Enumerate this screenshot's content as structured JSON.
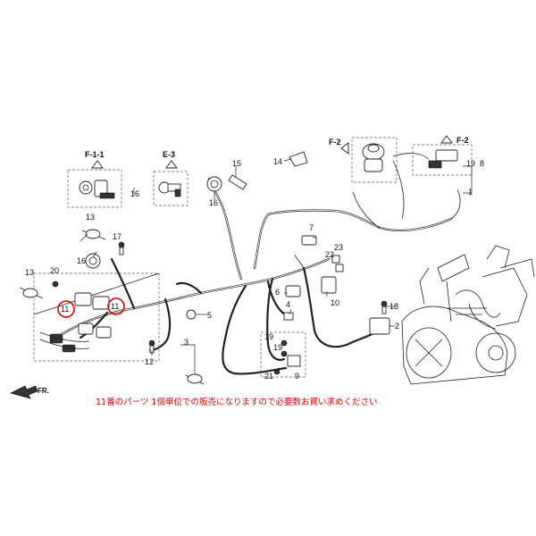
{
  "notice": "11番のパーツ 1個単位での販売になりますので必要数お買い求めください",
  "direction_marker": "FR.",
  "reference_boxes": [
    {
      "label": "F-1-1"
    },
    {
      "label": "E-3"
    },
    {
      "label": "F-2"
    },
    {
      "label": "F-2"
    }
  ],
  "part_numbers": [
    "1",
    "2",
    "3",
    "4",
    "5",
    "6",
    "7",
    "8",
    "9",
    "10",
    "11",
    "11",
    "12",
    "13",
    "13",
    "14",
    "15",
    "16",
    "16",
    "17",
    "18",
    "19",
    "19",
    "20",
    "21",
    "22",
    "23"
  ],
  "highlight_color": "#e00000"
}
